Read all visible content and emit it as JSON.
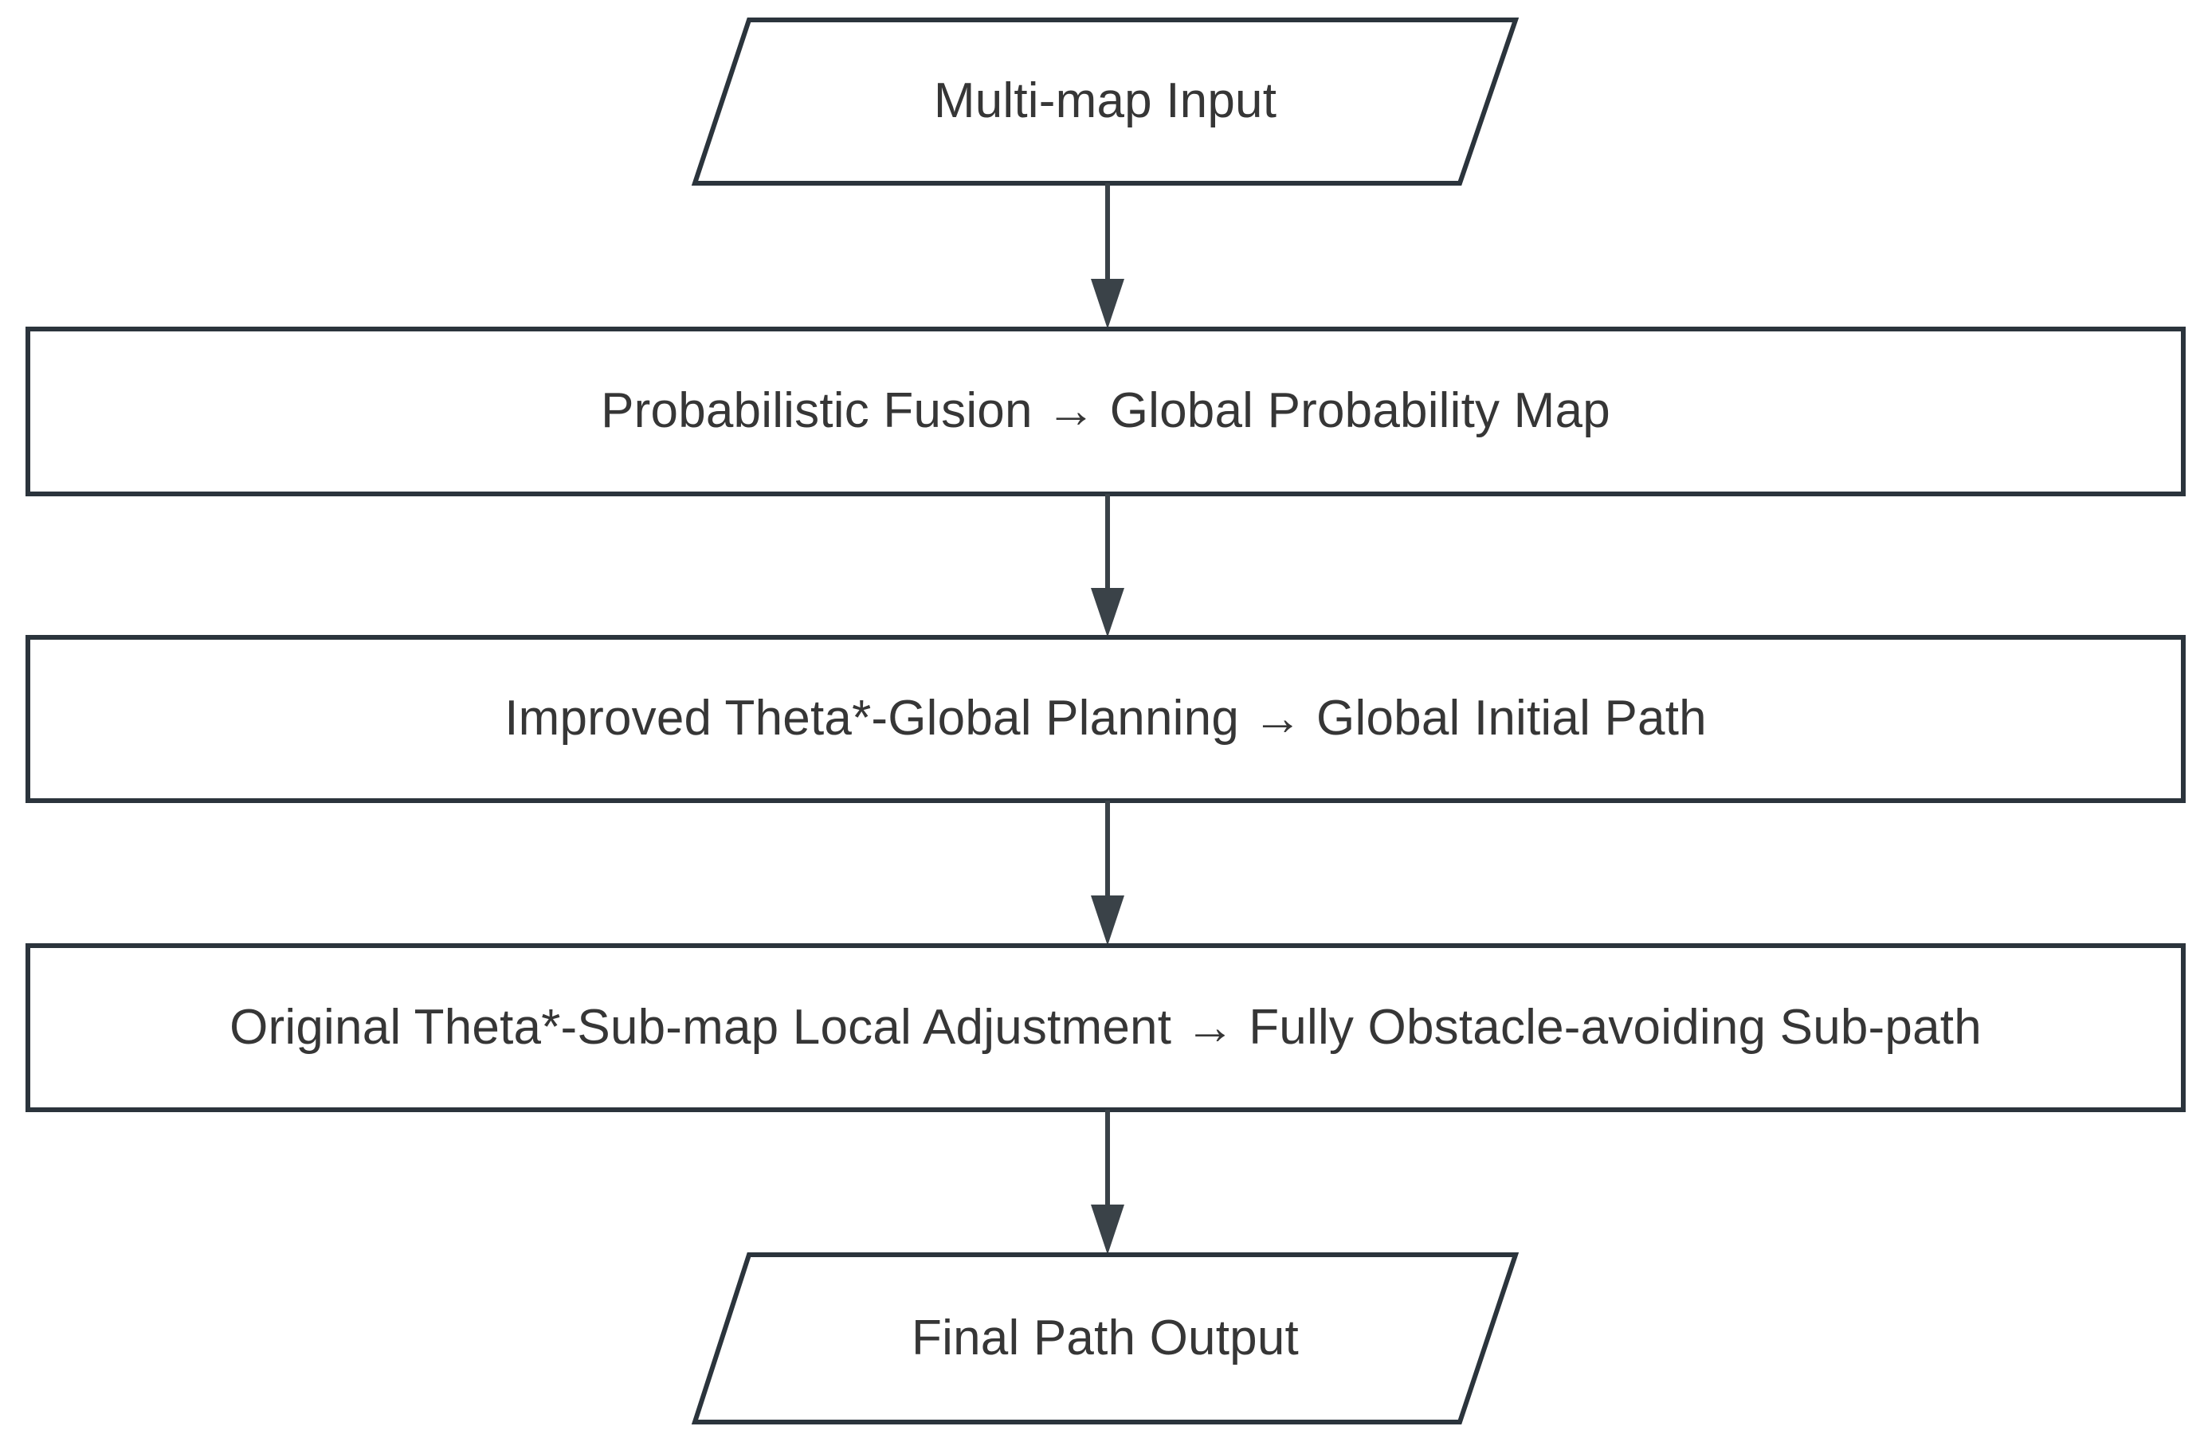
{
  "diagram": {
    "type": "flowchart",
    "orientation": "top-to-bottom",
    "background_color": "#ffffff",
    "stroke_color": "#2b343c",
    "text_color": "#363636",
    "arrow_color": "#3a4248",
    "nodes": [
      {
        "id": "multi-map-input",
        "label": "Multi-map Input",
        "shape": "parallelogram",
        "role": "input-terminal"
      },
      {
        "id": "probabilistic-fusion",
        "label": "Probabilistic Fusion → Global Probability Map",
        "shape": "rectangle",
        "role": "process"
      },
      {
        "id": "improved-theta-global-planning",
        "label": "Improved Theta*-Global Planning → Global Initial Path",
        "shape": "rectangle",
        "role": "process"
      },
      {
        "id": "original-theta-local-adjustment",
        "label": "Original Theta*-Sub-map Local Adjustment → Fully Obstacle-avoiding Sub-path",
        "shape": "rectangle",
        "role": "process"
      },
      {
        "id": "final-path-output",
        "label": "Final Path Output",
        "shape": "parallelogram",
        "role": "output-terminal"
      }
    ],
    "edges": [
      {
        "id": "edge-1",
        "from": "multi-map-input",
        "to": "probabilistic-fusion",
        "label": "",
        "arrowhead": "filled-triangle"
      },
      {
        "id": "edge-2",
        "from": "probabilistic-fusion",
        "to": "improved-theta-global-planning",
        "label": "",
        "arrowhead": "filled-triangle"
      },
      {
        "id": "edge-3",
        "from": "improved-theta-global-planning",
        "to": "original-theta-local-adjustment",
        "label": "",
        "arrowhead": "filled-triangle"
      },
      {
        "id": "edge-4",
        "from": "original-theta-local-adjustment",
        "to": "final-path-output",
        "label": "",
        "arrowhead": "filled-triangle"
      }
    ]
  }
}
